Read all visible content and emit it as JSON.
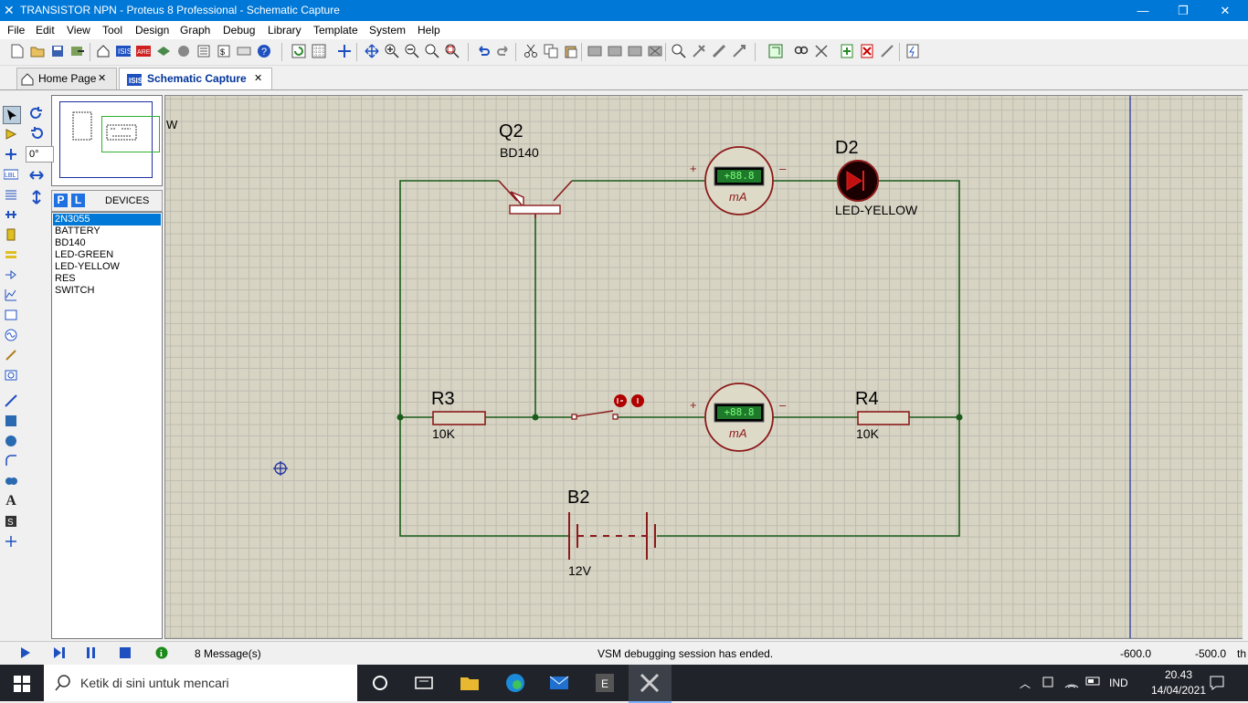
{
  "window": {
    "title": "TRANSISTOR NPN - Proteus 8 Professional - Schematic Capture",
    "minimize": "—",
    "maximize": "❐",
    "close": "✕"
  },
  "menu": [
    "File",
    "Edit",
    "View",
    "Tool",
    "Design",
    "Graph",
    "Debug",
    "Library",
    "Template",
    "System",
    "Help"
  ],
  "tabs": [
    {
      "label": "Home Page",
      "close": "✕"
    },
    {
      "label": "Schematic Capture",
      "close": "✕"
    }
  ],
  "side": {
    "rotation": "0°",
    "pick_p": "P",
    "pick_l": "L",
    "devices_title": "DEVICES",
    "devices": [
      "2N3055",
      "BATTERY",
      "BD140",
      "LED-GREEN",
      "LED-YELLOW",
      "RES",
      "SWITCH"
    ],
    "selected_index": 0
  },
  "schematic": {
    "edge_label": "W",
    "q2": {
      "ref": "Q2",
      "part": "BD140"
    },
    "d2": {
      "ref": "D2",
      "part": "LED-YELLOW"
    },
    "r3": {
      "ref": "R3",
      "value": "10K"
    },
    "r4": {
      "ref": "R4",
      "value": "10K"
    },
    "b2": {
      "ref": "B2",
      "value": "12V"
    },
    "ammeter1": {
      "display": "+88.8",
      "unit": "mA",
      "plus": "+",
      "minus": "–"
    },
    "ammeter2": {
      "display": "+88.8",
      "unit": "mA",
      "plus": "+",
      "minus": "–"
    }
  },
  "status": {
    "messages": "8 Message(s)",
    "text": "VSM debugging session has ended.",
    "coord_x": "-600.0",
    "coord_y": "-500.0",
    "unit": "th"
  },
  "taskbar": {
    "search_placeholder": "Ketik di sini untuk mencari",
    "language": "IND",
    "time": "20.43",
    "date": "14/04/2021"
  },
  "colors": {
    "titlebar": "#0078d7",
    "wire": "#1a5c1a",
    "component": "#8b1a1a",
    "canvas": "#d7d4c4"
  }
}
